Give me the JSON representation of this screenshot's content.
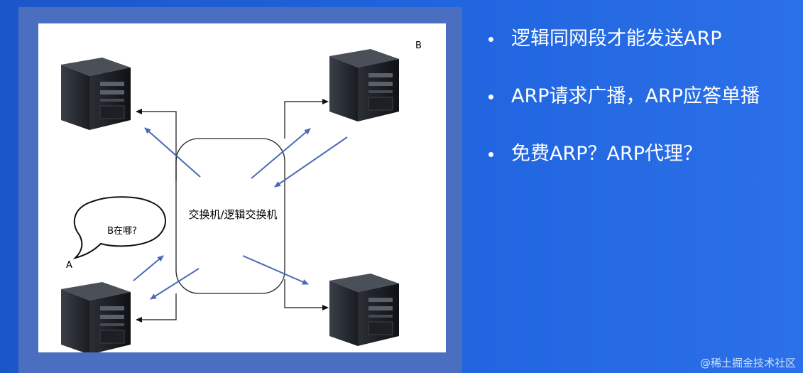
{
  "diagram": {
    "switch_label": "交换机/逻辑交换机",
    "label_a": "A",
    "label_b": "B",
    "bubble_text": "B在哪?"
  },
  "bullets": [
    "逻辑同网段才能发送ARP",
    "ARP请求广播，ARP应答单播",
    "免费ARP？ARP代理？"
  ],
  "watermark": "@稀土掘金技术社区"
}
